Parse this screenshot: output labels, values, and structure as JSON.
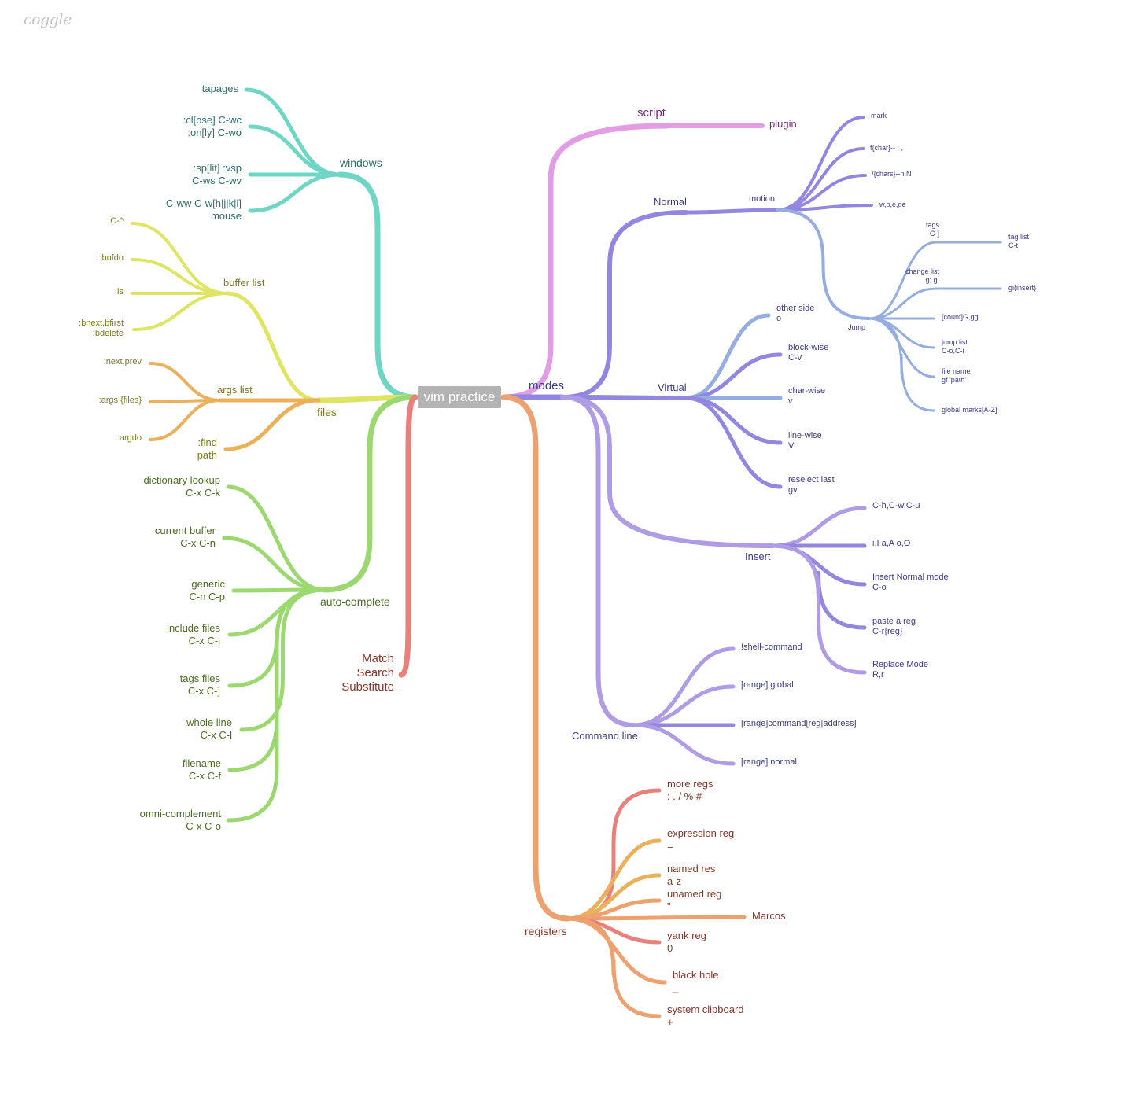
{
  "logo": "coggle",
  "root": "vim practice",
  "colors": {
    "teal": "#6fd5c4",
    "yellow": "#dfe562",
    "orange": "#eab15a",
    "green": "#9bd870",
    "red": "#e8817b",
    "pink": "#e29de6",
    "purple": "#9287e0",
    "lightblue": "#95ade0",
    "lavender": "#b09be5",
    "peach": "#eda16f",
    "tealText": "#2f6e6a",
    "oliveText": "#7b7a1f",
    "greenText": "#4b6d22",
    "brownText": "#80382b",
    "navyText": "#3b3b80",
    "plumText": "#7a2a7e"
  },
  "nodes": {
    "windows": "windows",
    "tapages": "tapages",
    "close": ":cl[ose] C-wc\n:on[ly] C-wo",
    "split": ":sp[lit] :vsp\nC-ws C-wv",
    "cww": "C-ww C-w[h|j|k|l]\nmouse",
    "files": "files",
    "buffer_list": "buffer list",
    "cflip": "C-^",
    "bufdo": ":bufdo",
    "ls": ":ls",
    "bnext": ":bnext,bfirst\n:bdelete",
    "args_list": "args list",
    "nextprev": ":next,prev",
    "args": ":args {files}",
    "argdo": ":argdo",
    "find": ":find\npath",
    "autocomplete": "auto-complete",
    "dict": "dictionary lookup\nC-x C-k",
    "curbuf": "current buffer\nC-x C-n",
    "generic": "generic\nC-n C-p",
    "include": "include files\nC-x C-i",
    "tags": "tags files\nC-x C-]",
    "wholeline": "whole line\nC-x C-l",
    "filename": "filename\nC-x C-f",
    "omni": "omni-complement\nC-x C-o",
    "match": "Match\nSearch\nSubstitute",
    "modes": "modes",
    "script": "script",
    "plugin": "plugin",
    "normal": "Normal",
    "motion": "motion",
    "mark": "mark",
    "fchar": "f{char}-- ; ,",
    "slash": "/{chars}--n,N",
    "wbe": "w,b,e,ge",
    "jump": "Jump",
    "tagsC": "tags\nC-]",
    "taglist": "tag list\nC-t",
    "changelist": "change list\ng; g,",
    "gi": "gi(insert)",
    "countG": "[count]G,gg",
    "jumplist": "jump list\nC-o,C-i",
    "fname": "file name\ngf 'path'",
    "global": "global marks[A-Z]",
    "virtual": "Virtual",
    "otherside": "other side\no",
    "block": "block-wise\nC-v",
    "charw": "char-wise\nv",
    "linew": "line-wise\nV",
    "reselect": "reselect last\ngv",
    "insert": "Insert",
    "chcw": "C-h,C-w,C-u",
    "ilao": "i,I a,A o,O",
    "insnormal": "Insert Normal mode\nC-o",
    "paste": "paste a reg\nC-r{reg}",
    "replace": "Replace Mode\nR,r",
    "cmdline": "Command line",
    "shell": "!shell-command",
    "rglobal": "[range] global",
    "rcommand": "[range]command[reg|address]",
    "rnormal": "[range] normal",
    "registers": "registers",
    "moreregs": "more regs\n: . / % #",
    "expr": "expression reg\n=",
    "named": "named res\na-z",
    "unnamed": "unamed reg\n\"",
    "marcos": "Marcos",
    "yank": "yank reg\n0",
    "blackhole": "black hole\n_",
    "clipboard": "system clipboard\n+"
  }
}
